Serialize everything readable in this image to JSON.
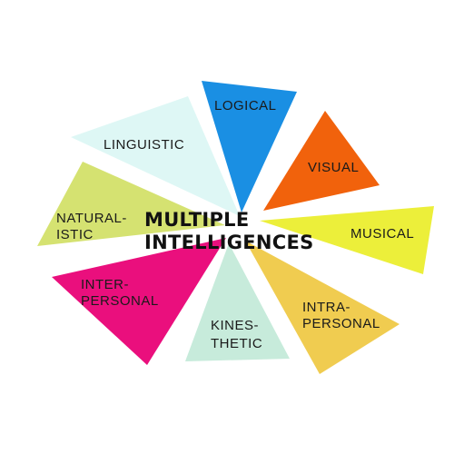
{
  "title": {
    "line1": "MULTIPLE",
    "line2": "INTELLIGENCES"
  },
  "segments": {
    "logical": {
      "label": "LOGICAL",
      "color": "#1a8fe3"
    },
    "visual": {
      "label": "VISUAL",
      "color": "#f1620c"
    },
    "musical": {
      "label": "MUSICAL",
      "color": "#ecef3a"
    },
    "intrapersonal": {
      "label_line1": "INTRA-",
      "label_line2": "PERSONAL",
      "color": "#f0cc50"
    },
    "kinesthetic": {
      "label_line1": "KINES-",
      "label_line2": "THETIC",
      "color": "#c7ebdb"
    },
    "interpersonal": {
      "label_line1": "INTER-",
      "label_line2": "PERSONAL",
      "color": "#ea0f7d"
    },
    "naturalistic": {
      "label_line1": "NATURAL-",
      "label_line2": "ISTIC",
      "color": "#d5e271"
    },
    "linguistic": {
      "label": "LINGUISTIC",
      "color": "#def7f5"
    }
  }
}
